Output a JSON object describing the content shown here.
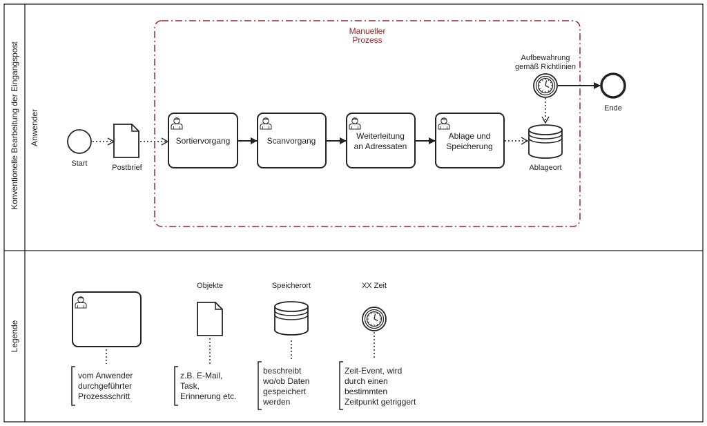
{
  "pool": {
    "title": "Konventionelle Bearbeitung der Eingangspost"
  },
  "lanes": {
    "user": "Anwender",
    "legend": "Legende"
  },
  "group": {
    "line1": "Manueller",
    "line2": "Prozess"
  },
  "events": {
    "start": "Start",
    "end": "Ende"
  },
  "timer": {
    "line1": "Aufbewahrung",
    "line2": "gemäß Richtlinien"
  },
  "objects": {
    "postbrief": "Postbrief",
    "ablageort": "Ablageort"
  },
  "tasks": {
    "sort": "Sortiervorgang",
    "scan": "Scanvorgang",
    "fwd_1": "Weiterleitung",
    "fwd_2": "an Adressaten",
    "store_1": "Ablage und",
    "store_2": "Speicherung"
  },
  "legend": {
    "objekte_title": "Objekte",
    "speicherort_title": "Speicherort",
    "zeit_title": "XX Zeit",
    "task_note": [
      "vom Anwender",
      "durchgeführter",
      "Prozessschritt"
    ],
    "object_note": [
      "z.B. E-Mail,",
      "Task,",
      "Erinnerung etc."
    ],
    "store_note": [
      "beschreibt",
      "wo/ob Daten",
      "gespeichert",
      "werden"
    ],
    "timer_note": [
      "Zeit-Event, wird",
      "durch einen",
      "bestimmten",
      "Zeitpunkt getriggert"
    ]
  },
  "colors": {
    "group_border": "#a31f24",
    "line": "#222222"
  }
}
